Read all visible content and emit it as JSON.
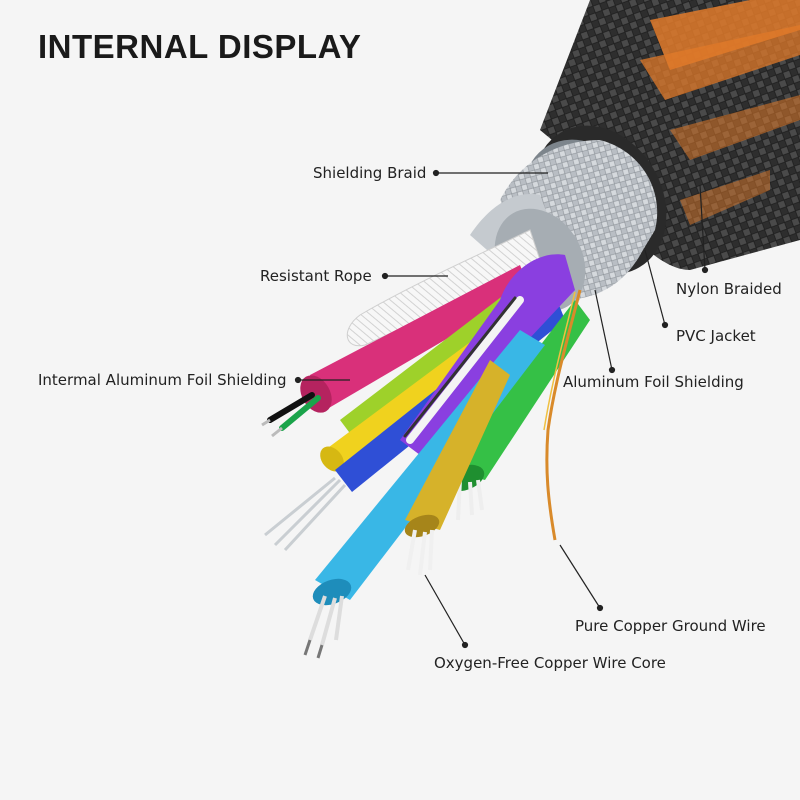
{
  "title": "INTERNAL DISPLAY",
  "labels": {
    "shielding_braid": "Shielding Braid",
    "resistant_rope": "Resistant Rope",
    "internal_foil": "Intermal Aluminum Foil Shielding",
    "nylon_braided": "Nylon Braided",
    "pvc_jacket": "PVC Jacket",
    "aluminum_foil": "Aluminum Foil Shielding",
    "ground_wire": "Pure Copper Ground Wire",
    "wire_core": "Oxygen-Free Copper Wire Core"
  },
  "colors": {
    "background": "#f5f5f5",
    "nylon": "#3a3a3a",
    "nylon_stripe": "#e07a2a",
    "shield_braid": "#b7bcc2",
    "pvc": "#9aa3ab",
    "pink": "#d9307a",
    "lime": "#9ed12a",
    "yellow": "#f0d21e",
    "blue": "#2f4fd6",
    "purple": "#8a3fe0",
    "green": "#35c046",
    "cyan": "#39b7e6",
    "gold": "#d6b22a",
    "leader": "#222222"
  }
}
